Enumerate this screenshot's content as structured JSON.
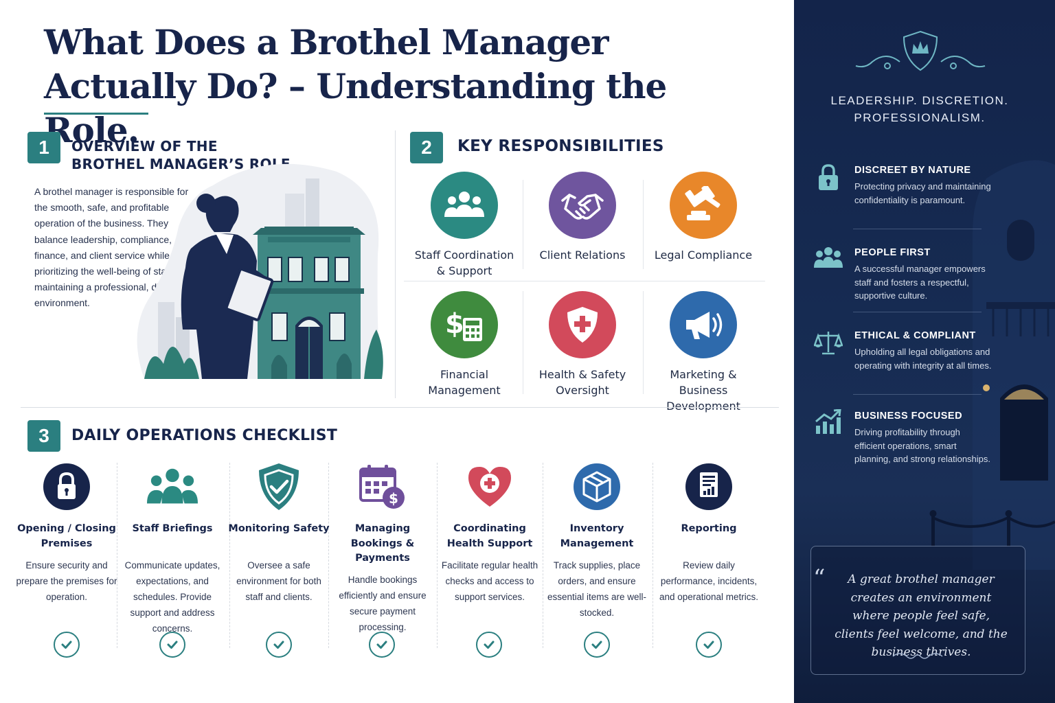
{
  "title": {
    "line1": "What Does a Brothel Manager",
    "line2": "Actually Do? – Understanding the Role."
  },
  "section1": {
    "number": "1",
    "title_line1": "OVERVIEW OF THE",
    "title_line2": "BROTHEL MANAGER’S ROLE",
    "body": "A brothel manager is responsible for the smooth, safe, and profitable operation of the business. They balance leadership, compliance, finance, and client service while prioritizing the well-being of staff and maintaining a professional, discreet environment."
  },
  "section2": {
    "number": "2",
    "title": "KEY RESPONSIBILITIES",
    "items": [
      {
        "line1": "Staff Coordination",
        "line2": "& Support",
        "icon": "people-group-icon",
        "color": "#2b8a82"
      },
      {
        "line1": "Client Relations",
        "line2": "",
        "icon": "handshake-icon",
        "color": "#6f559e"
      },
      {
        "line1": "Legal Compliance",
        "line2": "",
        "icon": "gavel-icon",
        "color": "#e8872a"
      },
      {
        "line1": "Financial",
        "line2": "Management",
        "icon": "dollar-calculator-icon",
        "color": "#3f8b3e"
      },
      {
        "line1": "Health & Safety",
        "line2": "Oversight",
        "icon": "shield-cross-icon",
        "color": "#d24a5b"
      },
      {
        "line1": "Marketing & Business",
        "line2": "Development",
        "icon": "megaphone-icon",
        "color": "#2e6aac"
      }
    ]
  },
  "section3": {
    "number": "3",
    "title": "DAILY OPERATIONS CHECKLIST",
    "tasks": [
      {
        "name": "Opening / Closing Premises",
        "desc": "Ensure security and prepare the premises for operation.",
        "icon": "padlock-icon"
      },
      {
        "name": "Staff Briefings",
        "desc": "Communicate updates, expectations, and schedules. Provide support and address concerns.",
        "icon": "team-icon"
      },
      {
        "name": "Monitoring Safety",
        "desc": "Oversee a safe environment for both staff and clients.",
        "icon": "shield-check-icon"
      },
      {
        "name": "Managing Bookings & Payments",
        "desc": "Handle bookings efficiently and ensure secure payment processing.",
        "icon": "calendar-payment-icon"
      },
      {
        "name": "Coordinating Health Support",
        "desc": "Facilitate regular health checks and access to support services.",
        "icon": "heart-plus-icon"
      },
      {
        "name": "Inventory Management",
        "desc": "Track supplies, place orders, and ensure essential items are well-stocked.",
        "icon": "box-icon"
      },
      {
        "name": "Reporting",
        "desc": "Review daily performance, incidents, and operational metrics.",
        "icon": "report-icon"
      }
    ]
  },
  "sidebar": {
    "tagline_line1": "LEADERSHIP. DISCRETION.",
    "tagline_line2": "PROFESSIONALISM.",
    "items": [
      {
        "title": "DISCREET BY NATURE",
        "text": "Protecting privacy and maintaining confidentiality is paramount.",
        "icon": "lock-icon"
      },
      {
        "title": "PEOPLE FIRST",
        "text": "A successful manager empowers staff and fosters a respectful, supportive culture.",
        "icon": "people-icon"
      },
      {
        "title": "ETHICAL & COMPLIANT",
        "text": "Upholding all legal obligations and operating with integrity at all times.",
        "icon": "scales-icon"
      },
      {
        "title": "BUSINESS FOCUSED",
        "text": "Driving profitability through efficient operations, smart planning, and strong relationships.",
        "icon": "growth-chart-icon"
      }
    ],
    "quote": "A great brothel manager creates an environment where people feel safe, clients feel welcome, and the business thrives."
  },
  "colors": {
    "navy": "#17244a",
    "teal": "#2b7f80",
    "sidebar_bg": "#162b52"
  }
}
